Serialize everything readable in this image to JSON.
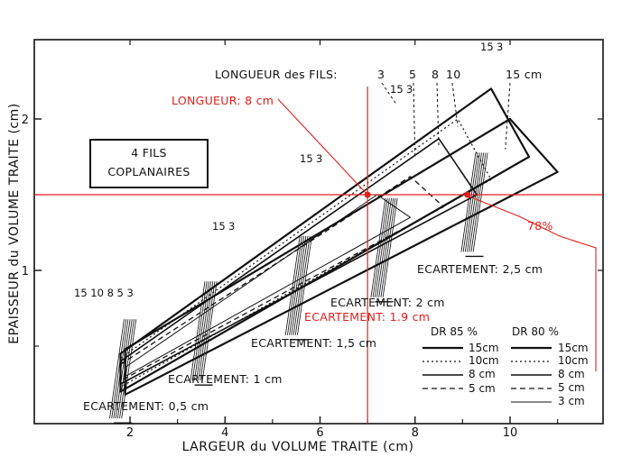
{
  "chart_data": {
    "type": "line",
    "xlabel": "LARGEUR du VOLUME TRAITE (cm)",
    "ylabel": "EPAISSEUR du VOLUME TRAITE (cm)",
    "xlim": [
      0,
      12
    ],
    "ylim": [
      0,
      2.5
    ],
    "xticks": [
      2,
      4,
      6,
      8,
      10
    ],
    "yticks": [
      1,
      2
    ],
    "x_tick_labels": [
      "2",
      "4",
      "6",
      "8",
      "10"
    ],
    "y_tick_labels": [
      "1",
      "2"
    ],
    "grid": false,
    "box_label": [
      "4 FILS",
      "COPLANAIRES"
    ],
    "wire_length_title": "LONGUEUR des FILS:",
    "wire_lengths": [
      {
        "label": "3",
        "x": 7.6,
        "y": 2.1
      },
      {
        "label": "5",
        "x": 8.0,
        "y": 1.75
      },
      {
        "label": "8",
        "x": 8.5,
        "y": 1.82
      },
      {
        "label": "10",
        "x": 8.9,
        "y": 1.95
      },
      {
        "label": "15 cm",
        "x": 9.9,
        "y": 1.8
      }
    ],
    "wire_tick_15": "15",
    "wire_tick_3": "3",
    "spacing_groups": [
      {
        "label": "ECARTEMENT: 0,5 cm",
        "x_center": 1.85,
        "y_center": 0.35
      },
      {
        "label": "ECARTEMENT: 1 cm",
        "x_center": 3.55,
        "y_center": 0.6
      },
      {
        "label": "ECARTEMENT: 1,5 cm",
        "x_center": 5.55,
        "y_center": 0.9
      },
      {
        "label": "ECARTEMENT: 2 cm",
        "x_center": 7.35,
        "y_center": 1.15
      },
      {
        "label": "ECARTEMENT: 2,5 cm",
        "x_center": 9.25,
        "y_center": 1.45
      }
    ],
    "spacing_labels": {
      "s05": "ECARTEMENT: 0,5 cm",
      "s1": "ECARTEMENT: 1 cm",
      "s15": "ECARTEMENT: 1,5 cm",
      "s2": "ECARTEMENT: 2 cm",
      "s25": "ECARTEMENT: 2,5 cm"
    },
    "left_group_label": "15 10 8 5 3",
    "series": [
      {
        "name": "DR 85 % 15cm",
        "style": "solid-bold",
        "points": [
          [
            1.8,
            0.45
          ],
          [
            9.6,
            2.2
          ],
          [
            10.4,
            1.75
          ],
          [
            1.8,
            0.2
          ]
        ]
      },
      {
        "name": "DR 85 % 10cm",
        "style": "dotted",
        "points": [
          [
            1.8,
            0.42
          ],
          [
            8.9,
            2.0
          ],
          [
            9.6,
            1.6
          ],
          [
            1.8,
            0.23
          ]
        ]
      },
      {
        "name": "DR 85 % 8cm",
        "style": "solid",
        "points": [
          [
            1.8,
            0.4
          ],
          [
            8.5,
            1.87
          ],
          [
            9.3,
            1.5
          ],
          [
            1.8,
            0.25
          ]
        ]
      },
      {
        "name": "DR 85 % 5cm",
        "style": "dashed",
        "points": [
          [
            1.8,
            0.38
          ],
          [
            7.9,
            1.62
          ],
          [
            8.6,
            1.42
          ],
          [
            1.8,
            0.27
          ]
        ]
      },
      {
        "name": "DR 80 % 15cm",
        "style": "solid-bold",
        "points": [
          [
            1.9,
            0.48
          ],
          [
            10.0,
            2.0
          ],
          [
            11.0,
            1.65
          ],
          [
            1.9,
            0.18
          ]
        ]
      },
      {
        "name": "DR 80 % 3cm",
        "style": "solid-thin",
        "points": [
          [
            1.9,
            0.36
          ],
          [
            7.2,
            1.5
          ],
          [
            7.9,
            1.35
          ],
          [
            1.9,
            0.3
          ]
        ]
      }
    ],
    "legend": {
      "dr85_title": "DR 85 %",
      "dr80_title": "DR 80 %",
      "dr85": [
        {
          "label": "15cm",
          "style": "solid-bold"
        },
        {
          "label": "10cm",
          "style": "dotted"
        },
        {
          "label": "8 cm",
          "style": "solid"
        },
        {
          "label": "5 cm",
          "style": "dashed"
        }
      ],
      "dr80": [
        {
          "label": "15cm",
          "style": "solid-bold"
        },
        {
          "label": "10cm",
          "style": "dotted"
        },
        {
          "label": "8 cm",
          "style": "solid"
        },
        {
          "label": "5 cm",
          "style": "dashed"
        },
        {
          "label": "3 cm",
          "style": "solid-thin"
        }
      ]
    },
    "annotations": {
      "longueur_label": "LONGUEUR: 8 cm",
      "ecartement_label": "ECARTEMENT: 1.9 cm",
      "percent_label": "78%",
      "horizontal_y": 1.5,
      "vertical_x": 7.0,
      "point_a": [
        7.0,
        1.5
      ],
      "point_b": [
        9.1,
        1.5
      ],
      "color": "#e0201b"
    }
  }
}
